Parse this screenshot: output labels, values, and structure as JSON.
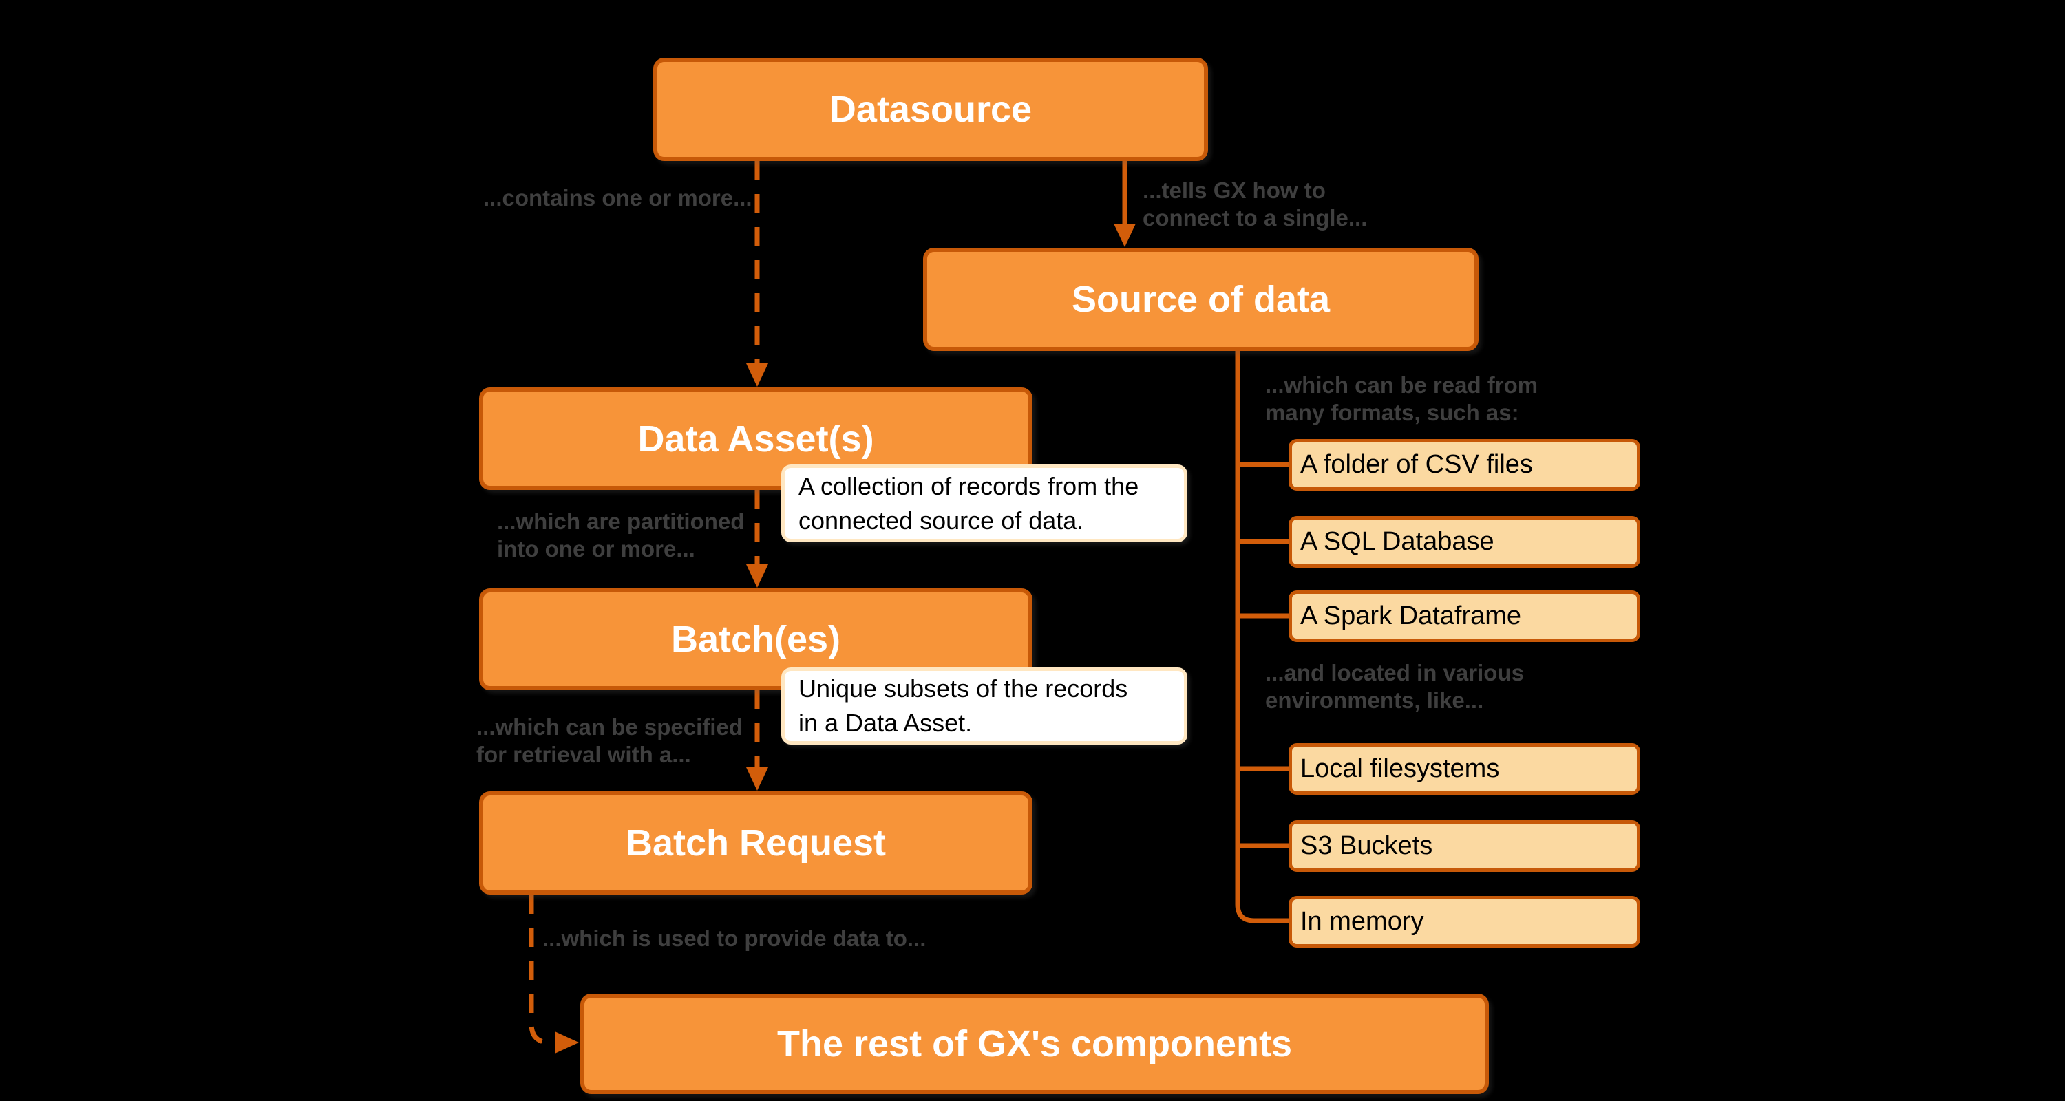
{
  "colors": {
    "background": "#000000",
    "node_fill": "#F79439",
    "node_border": "#C75908",
    "node_text": "#FFFFFF",
    "leaf_fill": "#FBD9A1",
    "connector": "#D25D0A",
    "tooltip_fill": "#FFFFFF",
    "tooltip_border": "#FFE7C2",
    "edge_label_text": "#3F3F3F"
  },
  "nodes": {
    "datasource": {
      "label": "Datasource"
    },
    "source_of_data": {
      "label": "Source of data"
    },
    "data_assets": {
      "label": "Data Asset(s)"
    },
    "batches": {
      "label": "Batch(es)"
    },
    "batch_request": {
      "label": "Batch Request"
    },
    "rest_of_gx": {
      "label": "The rest of GX's components"
    }
  },
  "tooltips": {
    "data_assets": {
      "line1": "A collection of records from the",
      "line2": "connected source of data."
    },
    "batches": {
      "line1": "Unique subsets of the records",
      "line2": "in a Data Asset."
    }
  },
  "edge_labels": {
    "contains": {
      "text": "...contains one or more..."
    },
    "tells": {
      "line1": "...tells GX how to",
      "line2": "connect to a single..."
    },
    "partitioned": {
      "line1": "...which are partitioned",
      "line2": "into one or more..."
    },
    "specified": {
      "line1": "...which can be specified",
      "line2": "for retrieval with a..."
    },
    "provide": {
      "text": "...which is used to provide data to..."
    },
    "formats_intro": {
      "line1": "...which can be read from",
      "line2": "many formats, such as:"
    },
    "environments_intro": {
      "line1": "...and located in various",
      "line2": "environments, like..."
    }
  },
  "formats": {
    "items": [
      {
        "label": "A folder of CSV files"
      },
      {
        "label": "A SQL Database"
      },
      {
        "label": "A Spark Dataframe"
      }
    ]
  },
  "environments": {
    "items": [
      {
        "label": "Local filesystems"
      },
      {
        "label": "S3 Buckets"
      },
      {
        "label": "In memory"
      }
    ]
  }
}
